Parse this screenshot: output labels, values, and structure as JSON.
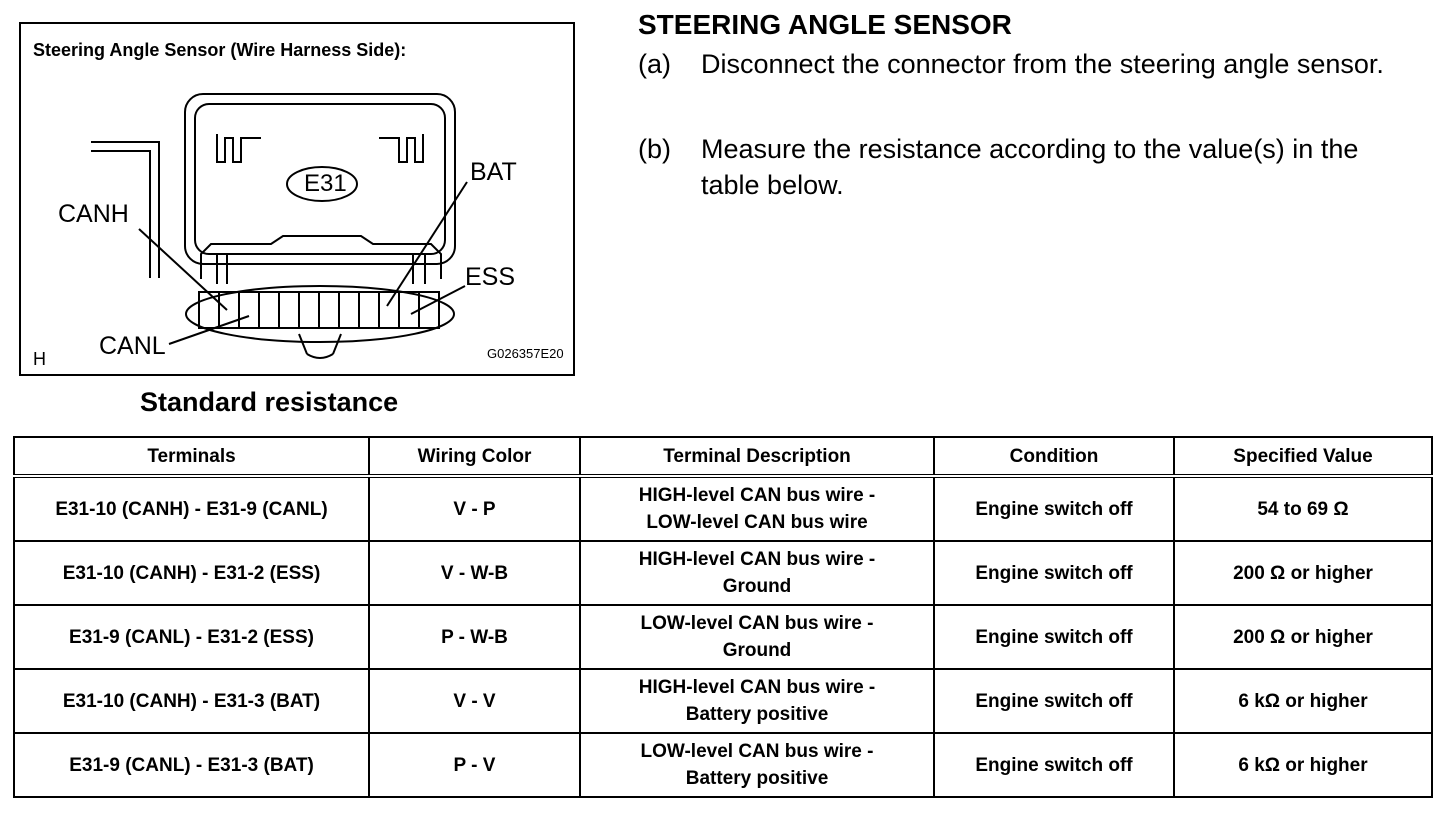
{
  "figure": {
    "caption": "Steering Angle Sensor (Wire Harness Side):",
    "connector_code": "E31",
    "labels": {
      "bat": "BAT",
      "canh": "CANH",
      "ess": "ESS",
      "canl": "CANL"
    },
    "corner_letter": "H",
    "figure_code": "G026357E20"
  },
  "instructions": {
    "title": "STEERING ANGLE SENSOR",
    "steps": [
      {
        "letter": "(a)",
        "text": "Disconnect the connector from the steering angle sensor."
      },
      {
        "letter": "(b)",
        "text": "Measure the resistance according to the value(s) in the table below."
      }
    ]
  },
  "table": {
    "title": "Standard resistance",
    "headers": [
      "Terminals",
      "Wiring Color",
      "Terminal Description",
      "Condition",
      "Specified Value"
    ],
    "rows": [
      {
        "terminals": "E31-10 (CANH) - E31-9 (CANL)",
        "color": "V - P",
        "desc_1": "HIGH-level CAN bus wire -",
        "desc_2": "LOW-level CAN bus wire",
        "condition": "Engine switch off",
        "value": "54 to 69 Ω"
      },
      {
        "terminals": "E31-10 (CANH) - E31-2 (ESS)",
        "color": "V - W-B",
        "desc_1": "HIGH-level CAN bus wire -",
        "desc_2": "Ground",
        "condition": "Engine switch off",
        "value": "200 Ω or higher"
      },
      {
        "terminals": "E31-9 (CANL) - E31-2 (ESS)",
        "color": "P - W-B",
        "desc_1": "LOW-level CAN bus wire -",
        "desc_2": "Ground",
        "condition": "Engine switch off",
        "value": "200 Ω or higher"
      },
      {
        "terminals": "E31-10 (CANH) - E31-3 (BAT)",
        "color": "V - V",
        "desc_1": "HIGH-level CAN bus wire -",
        "desc_2": "Battery positive",
        "condition": "Engine switch off",
        "value": "6 kΩ or higher"
      },
      {
        "terminals": "E31-9 (CANL) - E31-3 (BAT)",
        "color": "P - V",
        "desc_1": "LOW-level CAN bus wire -",
        "desc_2": "Battery positive",
        "condition": "Engine switch off",
        "value": "6 kΩ or higher"
      }
    ]
  }
}
